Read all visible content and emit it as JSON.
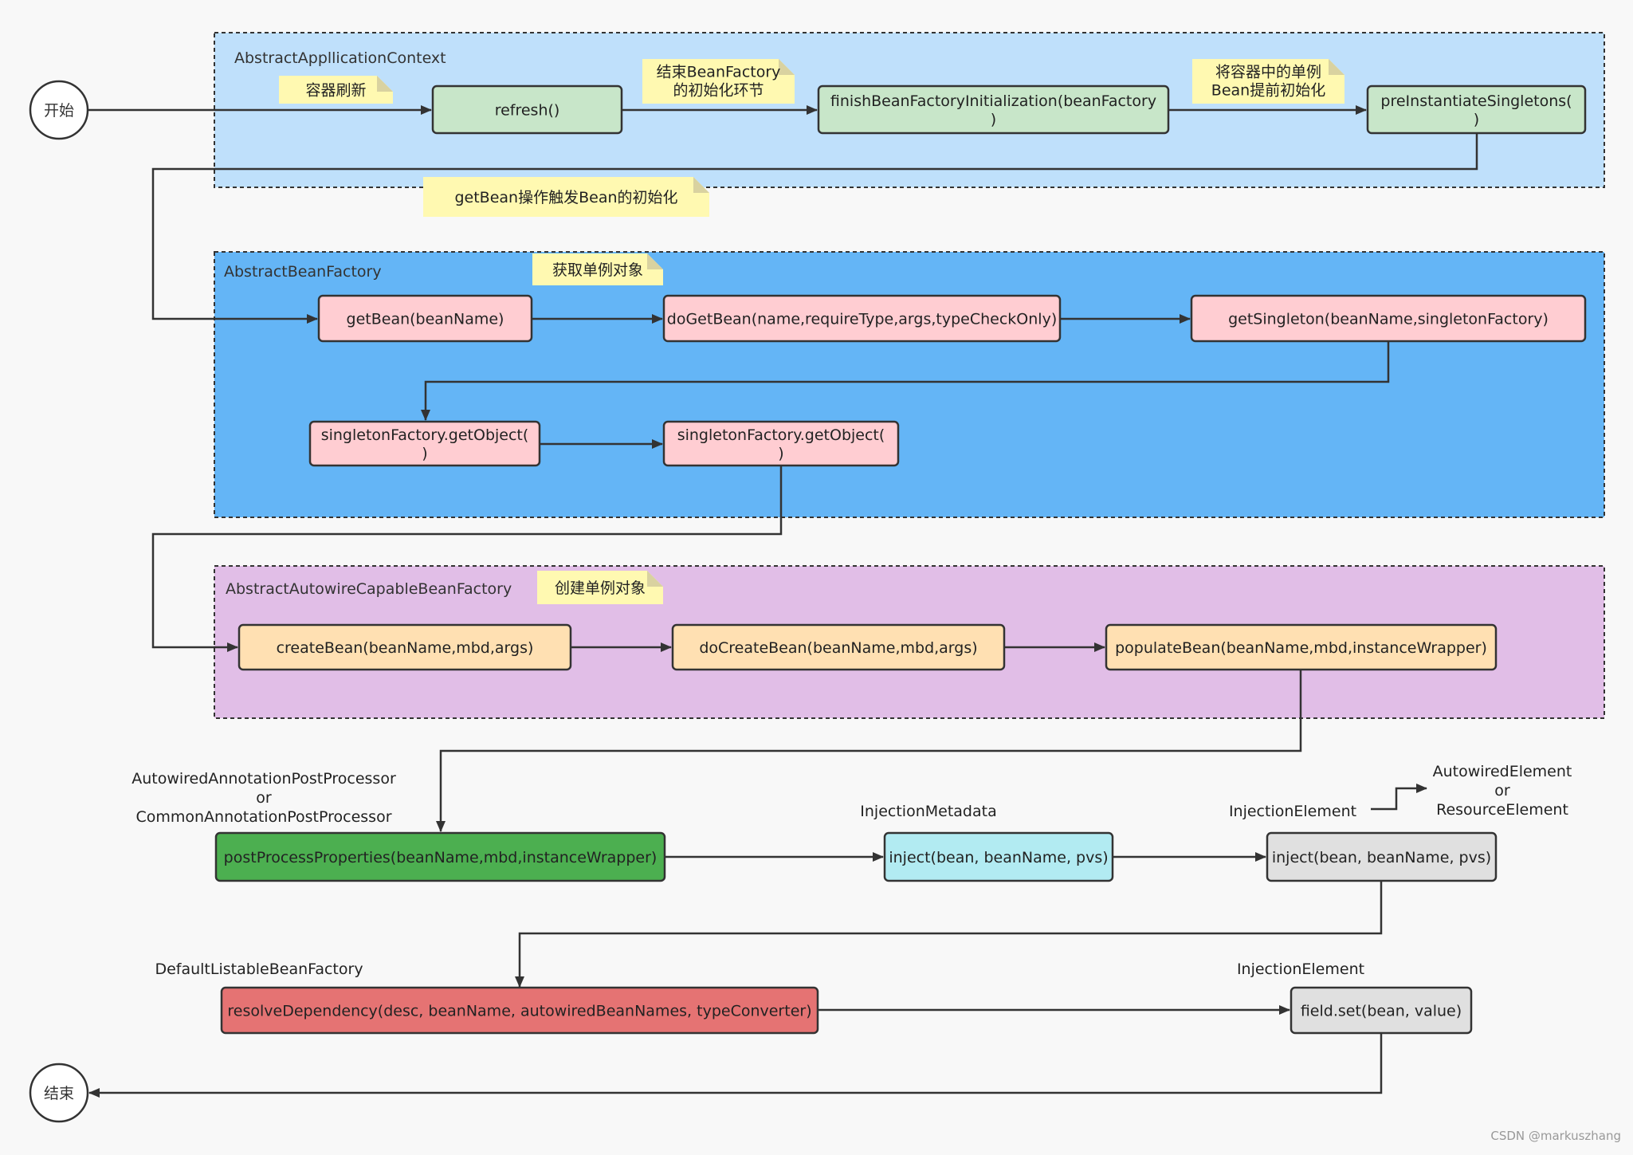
{
  "colors": {
    "background": "#f8f8f8",
    "edge": "#333333",
    "group_application_context": "#bfe0fb",
    "group_bean_factory": "#64b5f6",
    "group_autowire_factory": "#e1bee7",
    "node_green_light": "#c8e6c9",
    "node_pink": "#ffcdd2",
    "node_orange": "#ffe0b2",
    "node_green": "#4caf50",
    "node_cyan": "#b2ebf2",
    "node_grey": "#e0e0e0",
    "node_red": "#e57373",
    "note": "#fff9b1",
    "note_fold": "#d9d2a0",
    "watermark": "#999999"
  },
  "groups": {
    "application_context": "AbstractAppllicationContext",
    "bean_factory": "AbstractBeanFactory",
    "autowire_factory": "AbstractAutowireCapableBeanFactory"
  },
  "terminals": {
    "start": "开始",
    "end": "结束"
  },
  "notes": {
    "container_refresh": "容器刷新",
    "finish_factory": [
      "结束BeanFactory",
      "的初始化环节"
    ],
    "preinit_singletons": [
      "将容器中的单例",
      "Bean提前初始化"
    ],
    "getbean_trigger": "getBean操作触发Bean的初始化",
    "get_singleton": "获取单例对象",
    "create_singleton": "创建单例对象"
  },
  "nodes": {
    "refresh": [
      "refresh()"
    ],
    "finish_init": [
      "finishBeanFactoryInitialization(beanFactory",
      ")"
    ],
    "pre_instantiate": [
      "preInstantiateSingletons(",
      ")"
    ],
    "get_bean": [
      "getBean(beanName)"
    ],
    "do_get_bean": [
      "doGetBean(name,requireType,args,typeCheckOnly)"
    ],
    "get_singleton": [
      "getSingleton(beanName,singletonFactory)"
    ],
    "factory_get_object_1": [
      "singletonFactory.getObject(",
      ")"
    ],
    "factory_get_object_2": [
      "singletonFactory.getObject(",
      ")"
    ],
    "create_bean": [
      "createBean(beanName,mbd,args)"
    ],
    "do_create_bean": [
      "doCreateBean(beanName,mbd,args)"
    ],
    "populate_bean": [
      "populateBean(beanName,mbd,instanceWrapper)"
    ],
    "post_process": [
      "postProcessProperties(beanName,mbd,instanceWrapper)"
    ],
    "inject_metadata": [
      "inject(bean, beanName, pvs)"
    ],
    "inject_element": [
      "inject(bean, beanName, pvs)"
    ],
    "resolve_dependency": [
      "resolveDependency(desc, beanName, autowiredBeanNames, typeConverter)"
    ],
    "field_set": [
      "field.set(bean, value)"
    ]
  },
  "labels": {
    "post_processors": [
      "AutowiredAnnotationPostProcessor",
      "or",
      "CommonAnnotationPostProcessor"
    ],
    "injection_metadata": "InjectionMetadata",
    "injection_element": "InjectionElement",
    "element_types": [
      "AutowiredElement",
      "or",
      "ResourceElement"
    ],
    "default_listable": "DefaultListableBeanFactory",
    "injection_element_2": "InjectionElement"
  },
  "watermark": "CSDN @markuszhang"
}
